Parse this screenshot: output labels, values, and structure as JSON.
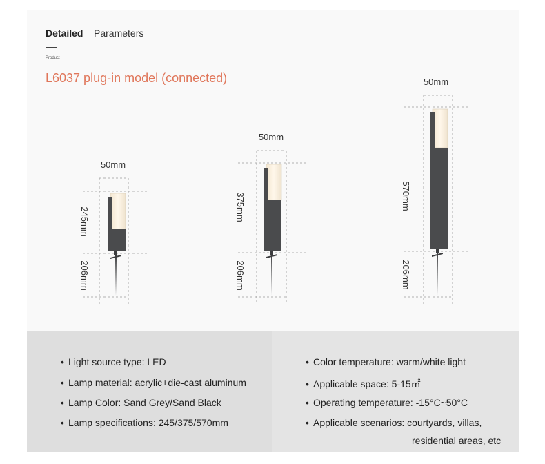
{
  "header": {
    "bold_word": "Detailed",
    "light_word": "Parameters",
    "small_label": "Product"
  },
  "model_title": "L6037 plug-in model (connected)",
  "lamps": [
    {
      "width_label": "50mm",
      "height_label": "245mm",
      "spike_label": "206mm"
    },
    {
      "width_label": "50mm",
      "height_label": "375mm",
      "spike_label": "206mm"
    },
    {
      "width_label": "50mm",
      "height_label": "570mm",
      "spike_label": "206mm"
    }
  ],
  "specs": {
    "left": [
      "Light source type: LED",
      "Lamp material: acrylic+die-cast aluminum",
      "Lamp Color: Sand Grey/Sand Black",
      "Lamp specifications: 245/375/570mm"
    ],
    "right": [
      "Color temperature: warm/white light",
      "Applicable space: 5-15㎡",
      "Operating temperature: -15°C~50°C",
      "Applicable scenarios: courtyards, villas,"
    ],
    "right_continuation": "residential areas, etc"
  },
  "colors": {
    "accent": "#e0765a",
    "lamp_body": "#4a4b4d",
    "panel_bg": "#f9f9f9",
    "specs_bg": "#dedede"
  }
}
